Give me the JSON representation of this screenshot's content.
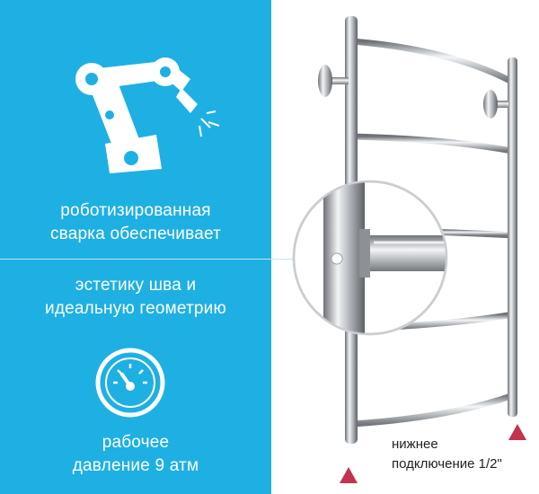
{
  "colors": {
    "panel": "#1fb0e3",
    "text": "#ffffff",
    "accent_marker": "#c2334f",
    "steel": "#a9aeb3"
  },
  "icons": {
    "feature1": "robotic-arm-welding-icon",
    "feature3": "pressure-gauge-icon"
  },
  "features": {
    "welding": {
      "line1": "роботизированная",
      "line2": "сварка обеспечивает"
    },
    "seam": {
      "line1": "эстетику шва и",
      "line2": "идеальную геометрию"
    },
    "pressure": {
      "line1": "рабочее",
      "line2": "давление 9 атм"
    }
  },
  "product_labels": {
    "bottom_connection_line1": "нижнее",
    "bottom_connection_line2": "подключение 1/2\""
  }
}
